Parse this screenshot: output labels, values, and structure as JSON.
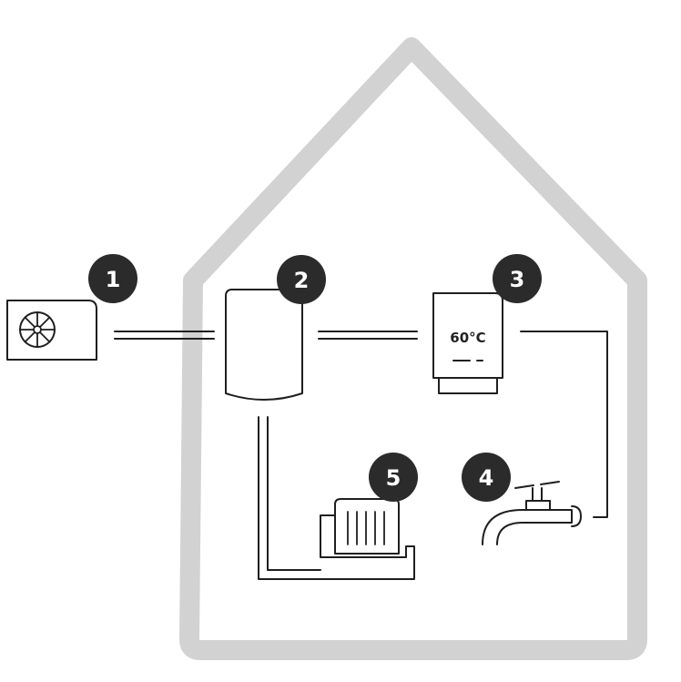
{
  "house": {
    "outline_color": "#d2d2d2"
  },
  "components": [
    {
      "id": "heat-pump",
      "badge": "1",
      "icon": "fan-icon"
    },
    {
      "id": "buffer-tank",
      "badge": "2",
      "icon": "tank-icon"
    },
    {
      "id": "water-heater",
      "badge": "3",
      "icon": "boiler-icon",
      "display": "60°C"
    },
    {
      "id": "tap",
      "badge": "4",
      "icon": "faucet-icon"
    },
    {
      "id": "radiator",
      "badge": "5",
      "icon": "radiator-icon"
    }
  ],
  "colors": {
    "line": "#1f1f1f",
    "badge_bg": "#2b2b2b",
    "badge_text": "#ffffff"
  }
}
